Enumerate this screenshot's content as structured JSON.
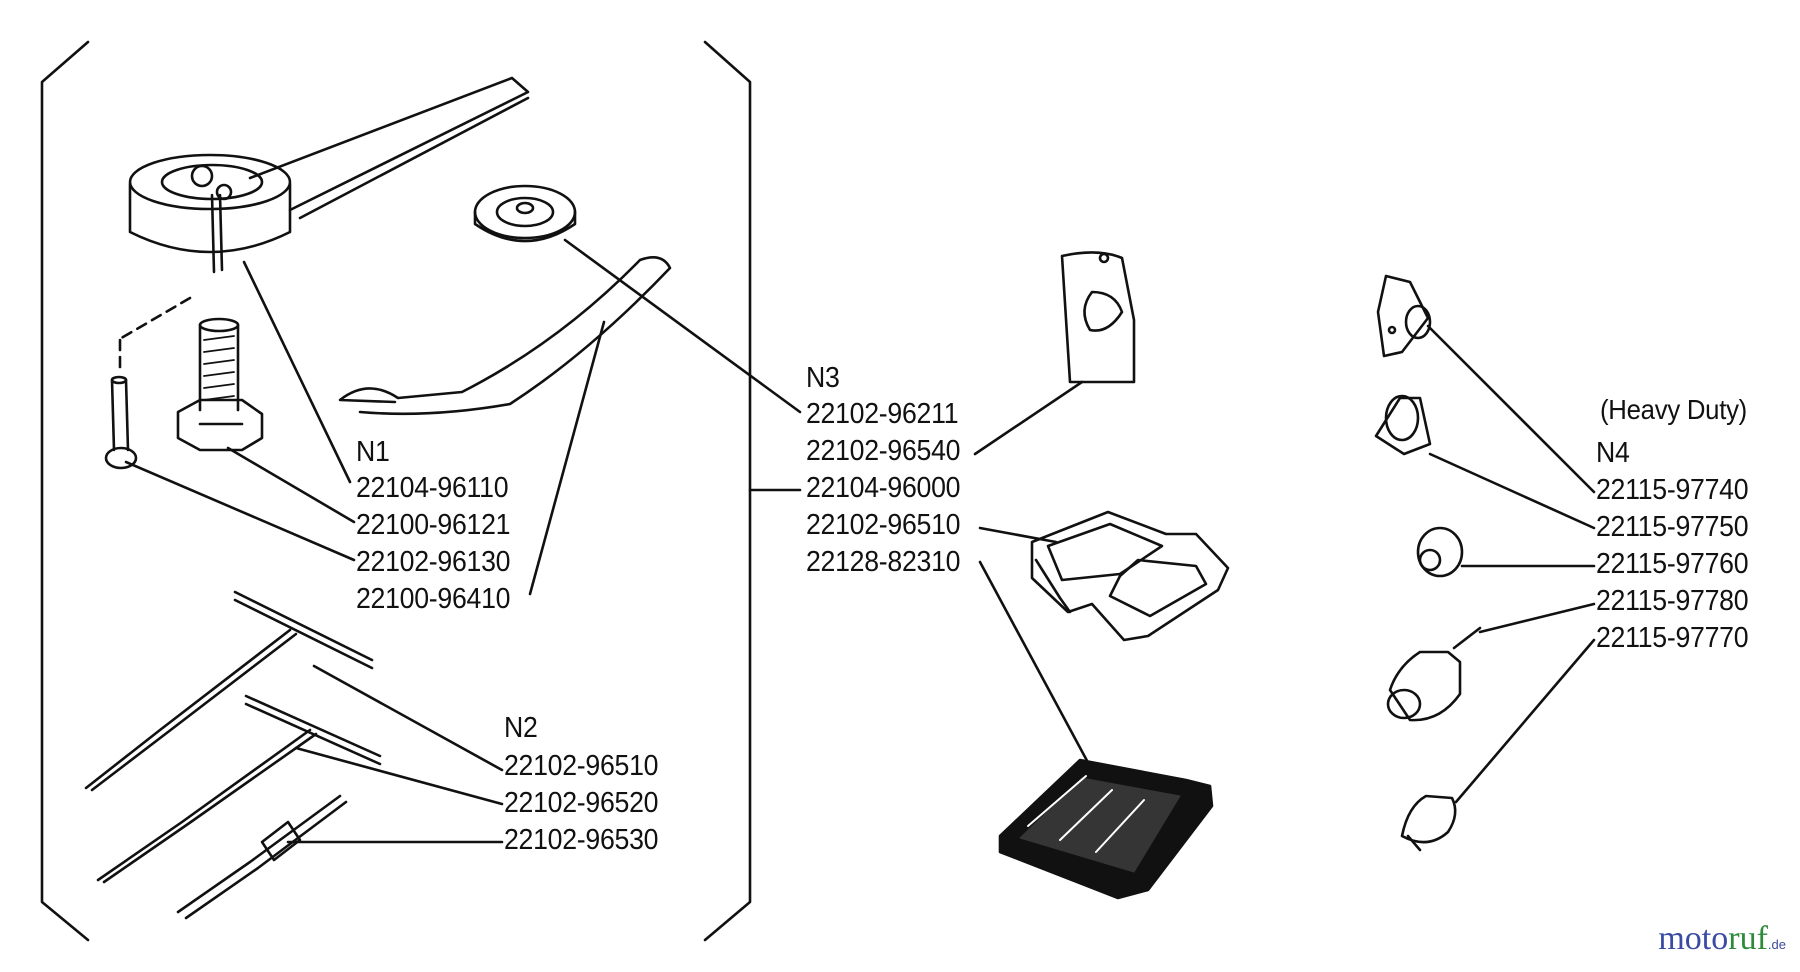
{
  "groups": {
    "n1": {
      "heading": "N1",
      "parts": [
        "22104-96110",
        "22100-96121",
        "22102-96130",
        "22100-96410"
      ]
    },
    "n2": {
      "heading": "N2",
      "parts": [
        "22102-96510",
        "22102-96520",
        "22102-96530"
      ]
    },
    "n3": {
      "heading": "N3",
      "parts": [
        "22102-96211",
        "22102-96540",
        "22104-96000",
        "22102-96510",
        "22128-82310"
      ]
    },
    "n4": {
      "heading": "N4",
      "note": "(Heavy Duty)",
      "parts": [
        "22115-97740",
        "22115-97750",
        "22115-97760",
        "22115-97780",
        "22115-97770"
      ]
    }
  },
  "watermark": {
    "part1": "moto",
    "part2": "ruf",
    "suffix": ".de"
  },
  "colors": {
    "ink": "#111111",
    "watermark_blue": "#3a4ba3",
    "watermark_green": "#2c8a3a"
  }
}
